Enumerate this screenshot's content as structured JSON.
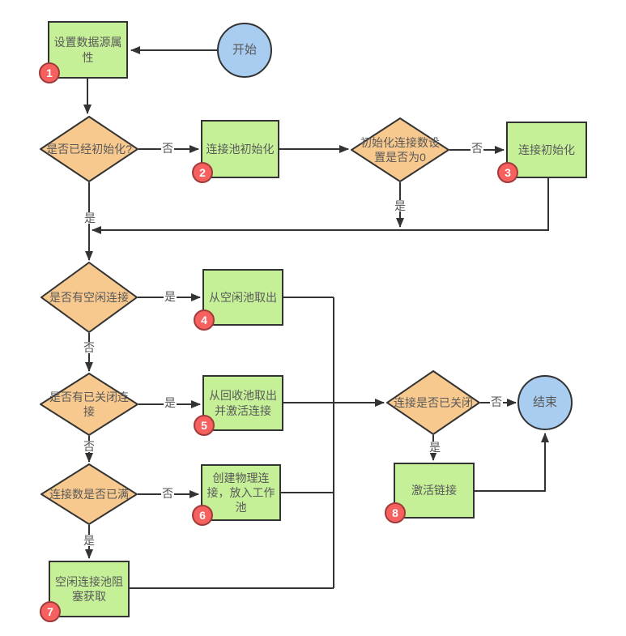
{
  "diagram": {
    "colors": {
      "process_fill": "#c5f098",
      "decision_fill": "#f7c98e",
      "terminal_fill": "#a9cdf0",
      "badge_fill": "#f6605e",
      "badge_border": "#a03b3b",
      "stroke": "#333333",
      "text": "#595959"
    },
    "nodes": {
      "start": {
        "label": "开始"
      },
      "set_datasource": {
        "label": "设置数据源属性",
        "badge": "1"
      },
      "is_initialized": {
        "label": "是否已经初始化?"
      },
      "pool_init": {
        "label": "连接池初始化",
        "badge": "2"
      },
      "init_count_zero": {
        "label": "初始化连接数设置是否为0"
      },
      "conn_init": {
        "label": "连接初始化",
        "badge": "3"
      },
      "has_idle": {
        "label": "是否有空闲连接"
      },
      "take_from_idle": {
        "label": "从空闲池取出",
        "badge": "4"
      },
      "has_closed": {
        "label": "是否有已关闭连接"
      },
      "take_from_recycle": {
        "label": "从回收池取出并激活连接",
        "badge": "5"
      },
      "pool_full": {
        "label": "连接数是否已满"
      },
      "create_physical": {
        "label": "创建物理连接，放入工作池",
        "badge": "6"
      },
      "idle_block": {
        "label": "空闲连接池阻塞获取",
        "badge": "7"
      },
      "conn_closed": {
        "label": "连接是否已关闭"
      },
      "activate": {
        "label": "激活链接",
        "badge": "8"
      },
      "end": {
        "label": "结束"
      }
    },
    "edge_labels": {
      "d1_no": "否",
      "d1_yes": "是",
      "d2_no": "否",
      "d2_yes": "是",
      "d3_yes": "是",
      "d3_no": "否",
      "d4_yes": "是",
      "d4_no": "否",
      "d5_no": "否",
      "d5_yes": "是",
      "d6_no": "否",
      "d6_yes": "是"
    }
  }
}
